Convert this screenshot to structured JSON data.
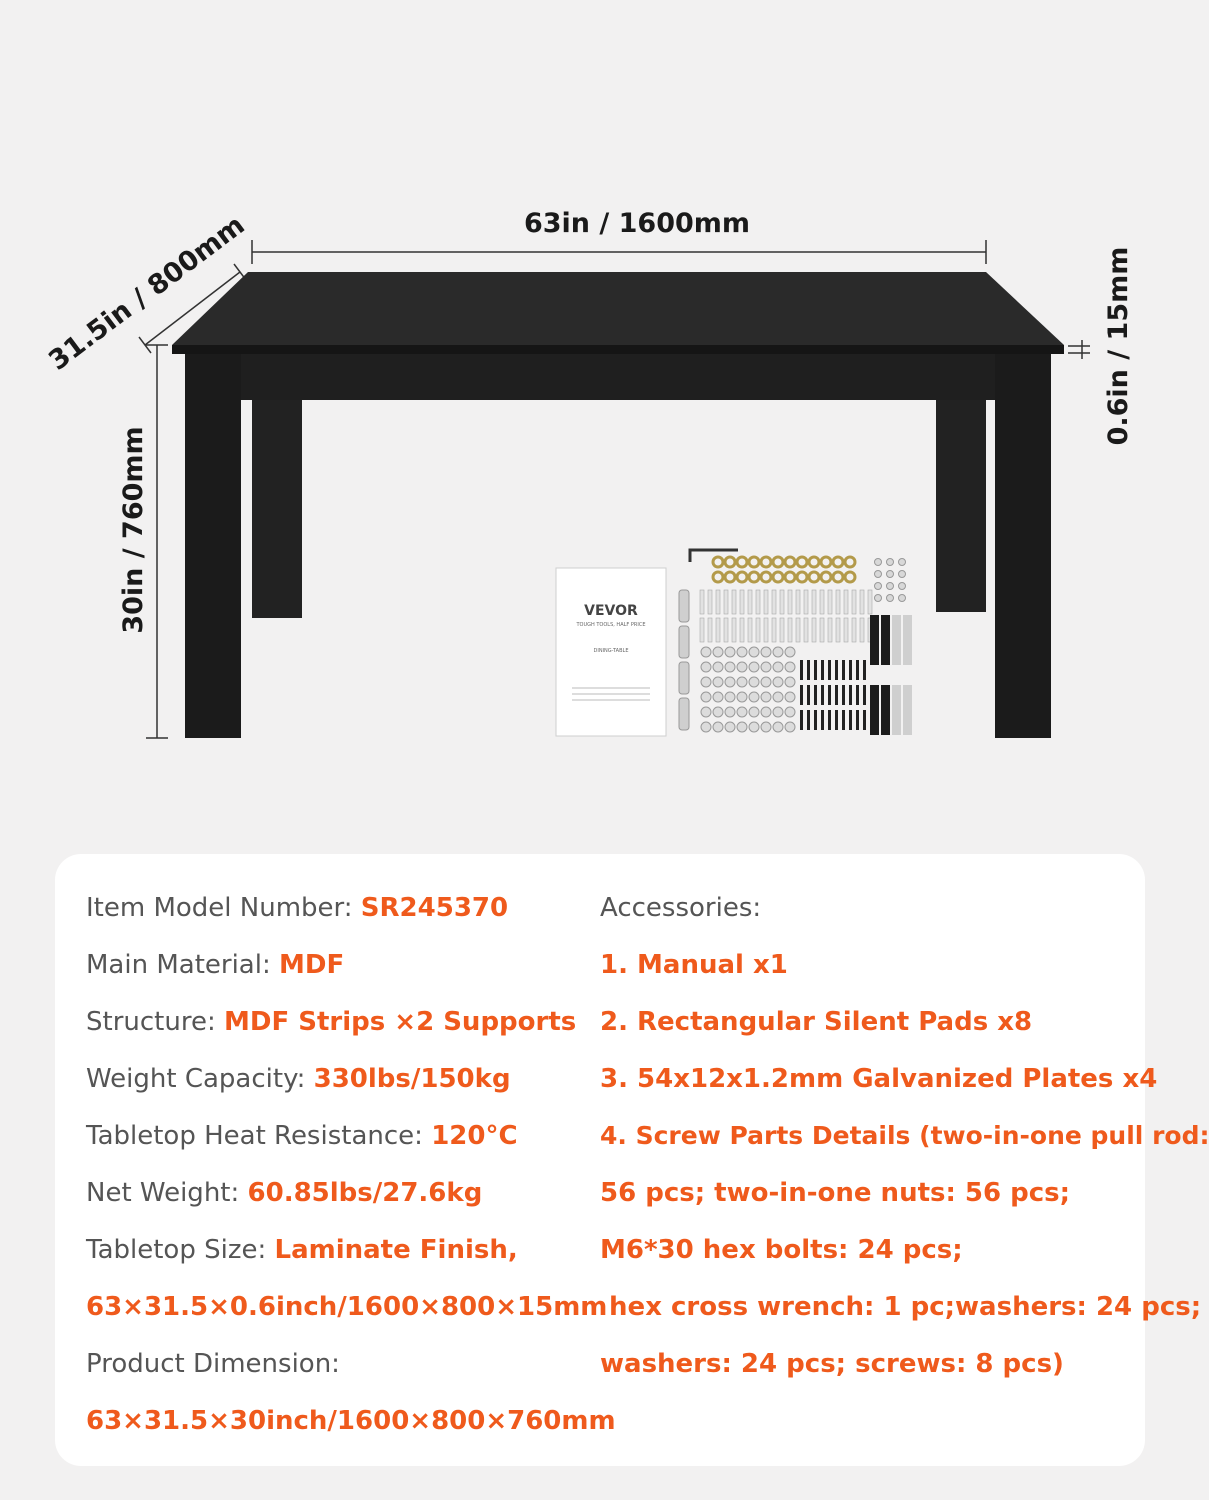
{
  "dimensions": {
    "length": "63in / 1600mm",
    "depth": "31.5in / 800mm",
    "height": "30in / 760mm",
    "thickness": "0.6in / 15mm"
  },
  "manual": {
    "brand": "VEVOR",
    "tagline": "TOUGH TOOLS, HALF PRICE",
    "product": "DINING-TABLE"
  },
  "specs": {
    "model_label": "Item Model Number: ",
    "model_value": "SR245370",
    "material_label": "Main Material: ",
    "material_value": "MDF",
    "structure_label": "Structure: ",
    "structure_value": "MDF Strips ×2 Supports",
    "capacity_label": "Weight Capacity: ",
    "capacity_value": "330lbs/150kg",
    "heat_label": "Tabletop Heat Resistance: ",
    "heat_value": "120°C",
    "net_label": "Net Weight: ",
    "net_value": "60.85lbs/27.6kg",
    "size_label": "Tabletop Size: ",
    "size_value": "Laminate Finish,",
    "size_value_2": "63×31.5×0.6inch/1600×800×15mm",
    "dimension_label": "Product Dimension:",
    "dimension_value": "63×31.5×30inch/1600×800×760mm"
  },
  "accessories": {
    "title": "Accessories:",
    "line_1": "1. Manual x1",
    "line_2": "2. Rectangular Silent Pads x8",
    "line_3": "3. 54x12x1.2mm Galvanized Plates x4",
    "line_4": "4. Screw Parts Details  (two-in-one pull rod:",
    "line_5": "56 pcs; two-in-one nuts: 56 pcs;",
    "line_6": "M6*30 hex bolts: 24 pcs;",
    "line_7": " hex cross wrench: 1 pc;washers: 24 pcs;",
    "line_8": "washers: 24 pcs; screws: 8 pcs)"
  },
  "colors": {
    "accent": "#ef5a1c",
    "label_gray": "#555555",
    "table_black": "#1c1c1c",
    "background": "#f2f1f1"
  }
}
